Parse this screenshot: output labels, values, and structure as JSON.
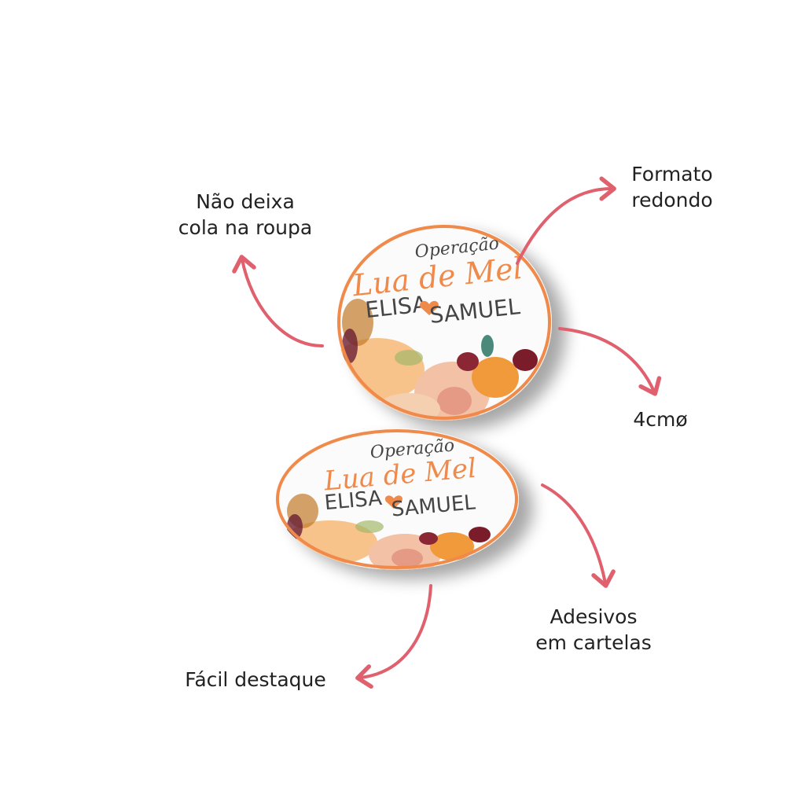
{
  "labels": {
    "no_glue": "Não deixa\ncola na roupa",
    "round_format": "Formato\nredondo",
    "size": "4cmø",
    "sheets": "Adesivos\nem cartelas",
    "easy_peel": "Fácil destaque"
  },
  "sticker": {
    "top_line": "Operação",
    "title": "Lua de Mel",
    "name_left": "ELISA",
    "name_right": "SAMUEL"
  },
  "colors": {
    "arrow": "#e0606e",
    "accent": "#f08a4b",
    "text_dark": "#444444"
  }
}
